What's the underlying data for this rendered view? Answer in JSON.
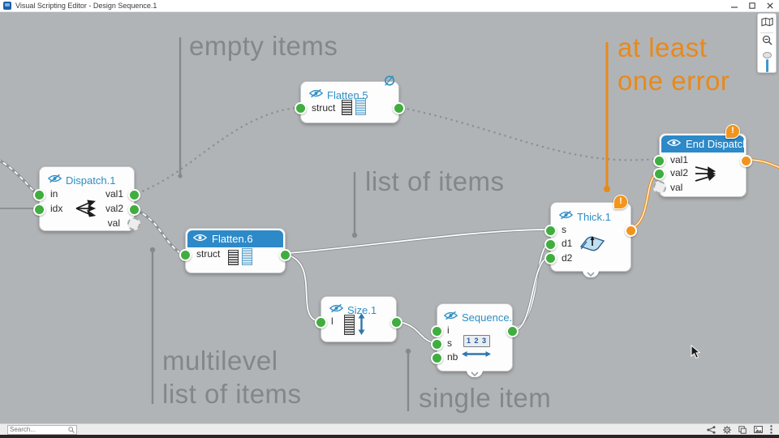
{
  "window": {
    "title": "Visual Scripting Editor - Design Sequence.1"
  },
  "theme": {
    "canvas_bg": "#b1b4b6",
    "node_title_blue": "#2e8fc4",
    "selected_header_blue": "#2d89c8",
    "port_green": "#3fae3f",
    "error_orange": "#e8891b",
    "annotation_gray": "#84878a"
  },
  "badges": {
    "warning": "!",
    "no_preview": "∅"
  },
  "annotations": [
    {
      "name": "empty-items",
      "lines": [
        "empty items"
      ]
    },
    {
      "name": "list-of-items",
      "lines": [
        "list of items"
      ]
    },
    {
      "name": "at-least-one-error",
      "lines": [
        "at least",
        "one error"
      ]
    },
    {
      "name": "multilevel-list-of-items",
      "lines": [
        "multilevel",
        "list of items"
      ]
    },
    {
      "name": "single-item",
      "lines": [
        "single item"
      ]
    }
  ],
  "nodes": [
    {
      "title": "Dispatch.1",
      "preview": "hidden",
      "selected": false,
      "inputs": [
        {
          "label": "in"
        },
        {
          "label": "idx"
        }
      ],
      "outputs": [
        {
          "label": "val1"
        },
        {
          "label": "val2"
        },
        {
          "label": "val",
          "disabled": true
        }
      ]
    },
    {
      "title": "Flatten.5",
      "preview": "hidden",
      "selected": false,
      "no_preview_badge": true,
      "inputs": [
        {
          "label": "struct"
        }
      ],
      "outputs": [
        {
          "label": ""
        }
      ]
    },
    {
      "title": "Flatten.6",
      "preview": "visible",
      "selected": true,
      "inputs": [
        {
          "label": "struct"
        }
      ],
      "outputs": [
        {
          "label": ""
        }
      ]
    },
    {
      "title": "Size.1",
      "preview": "hidden",
      "selected": false,
      "inputs": [
        {
          "label": "l"
        }
      ],
      "outputs": [
        {
          "label": ""
        }
      ]
    },
    {
      "title": "Sequence.",
      "preview": "hidden",
      "selected": false,
      "icon_text": "1 2 3",
      "inputs": [
        {
          "label": "i"
        },
        {
          "label": "s"
        },
        {
          "label": "nb"
        }
      ],
      "outputs": [
        {
          "label": ""
        }
      ]
    },
    {
      "title": "Thick.1",
      "preview": "hidden",
      "selected": false,
      "warning": true,
      "inputs": [
        {
          "label": "s"
        },
        {
          "label": "d1"
        },
        {
          "label": "d2"
        }
      ],
      "outputs": [
        {
          "label": "",
          "error": true
        }
      ]
    },
    {
      "title": "End Dispatch",
      "preview": "visible",
      "selected": true,
      "warning": true,
      "inputs": [
        {
          "label": "val1"
        },
        {
          "label": "val2"
        },
        {
          "label": "val",
          "disabled": true
        }
      ],
      "outputs": [
        {
          "label": "",
          "error": true
        }
      ]
    }
  ],
  "right_toolbar": {
    "icons": [
      "overview-map-icon",
      "zoom-out-icon",
      "zoom-slider"
    ]
  },
  "statusbar": {
    "search_placeholder": "Search...",
    "icons": [
      "node-link-icon",
      "settings-gear-icon",
      "duplicate-icon",
      "export-image-icon",
      "more-options-icon"
    ]
  }
}
